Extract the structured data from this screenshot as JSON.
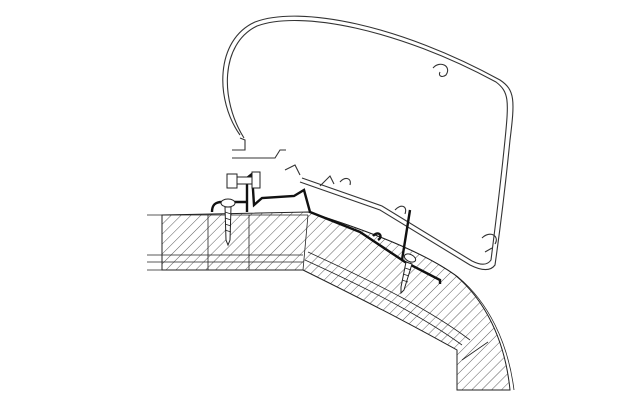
{
  "colors": {
    "line": "#222222",
    "background": "#ffffff",
    "profile": "#111111"
  },
  "diagram": {
    "parts": [
      "awning-cassette",
      "adapter-profile",
      "roof-section",
      "mounting-screw",
      "bolt"
    ]
  }
}
